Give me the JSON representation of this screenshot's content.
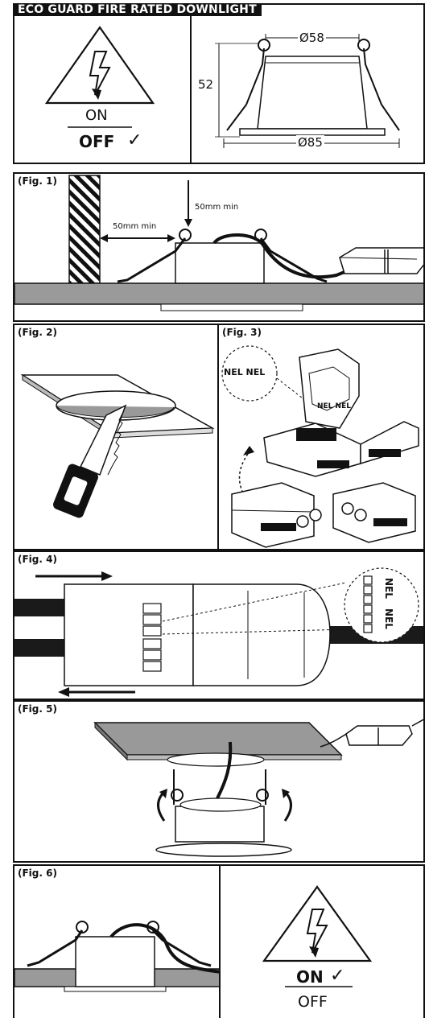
{
  "header": {
    "title": "ECO GUARD FIRE RATED DOWNLIGHT"
  },
  "warning_off": {
    "on_label": "ON",
    "off_label": "OFF",
    "check": "✓"
  },
  "dimensions": {
    "top_diameter": "Ø58",
    "height": "52",
    "bottom_diameter": "Ø85"
  },
  "fig1": {
    "label": "(Fig. 1)",
    "side_clearance": "50mm min",
    "top_clearance": "50mm min"
  },
  "fig2": {
    "label": "(Fig. 2)"
  },
  "fig3": {
    "label": "(Fig. 3)",
    "terminal_label": "NEL NEL",
    "box_marking": "NEL NEL"
  },
  "fig4": {
    "label": "(Fig. 4)",
    "terminal_label_1": "NEL",
    "terminal_label_2": "NEL"
  },
  "fig5": {
    "label": "(Fig. 5)"
  },
  "fig6": {
    "label": "(Fig. 6)"
  },
  "warning_on": {
    "on_label": "ON",
    "off_label": "OFF",
    "check": "✓"
  },
  "colors": {
    "ink": "#111111",
    "grey_board": "#9a9a9a",
    "cable": "#1a1a1a"
  },
  "icons": [
    "high-voltage-warning-icon",
    "saw-icon",
    "arrow-icon",
    "check-icon"
  ]
}
